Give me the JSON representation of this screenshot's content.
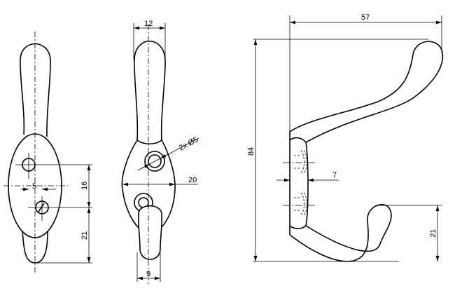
{
  "drawing": {
    "front_view": {
      "dim_hole_offset": "5",
      "dim_hole_spacing": "16",
      "dim_lower_hole_to_bottom": "21"
    },
    "side_view": {
      "dim_top_width": "12",
      "dim_plate_width": "20",
      "dim_hook_width": "9",
      "dim_holes": "2x Ø5"
    },
    "profile_view": {
      "dim_depth": "57",
      "dim_height": "84",
      "dim_plate_thickness": "7",
      "dim_lower_hook_height": "21"
    }
  }
}
